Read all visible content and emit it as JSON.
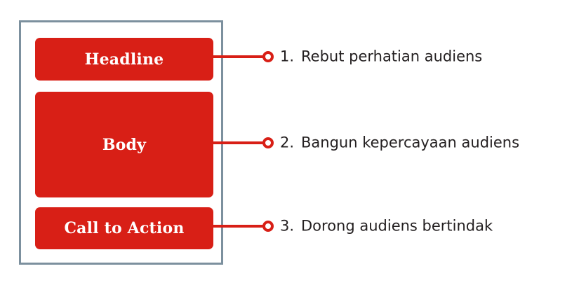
{
  "colors": {
    "block_red": "#d81f16",
    "frame_gray_blue": "#7c909e",
    "text_dark": "#231f20",
    "background": "#ffffff"
  },
  "diagram": {
    "title": "",
    "blocks": [
      {
        "id": "headline",
        "label": "Headline"
      },
      {
        "id": "body",
        "label": "Body"
      },
      {
        "id": "cta",
        "label": "Call to Action"
      }
    ],
    "steps": [
      {
        "number": "1.",
        "text": "Rebut perhatian audiens"
      },
      {
        "number": "2.",
        "text": "Bangun kepercayaan audiens"
      },
      {
        "number": "3.",
        "text": "Dorong audiens bertindak"
      }
    ],
    "marker_icon": "ring-marker-icon"
  }
}
